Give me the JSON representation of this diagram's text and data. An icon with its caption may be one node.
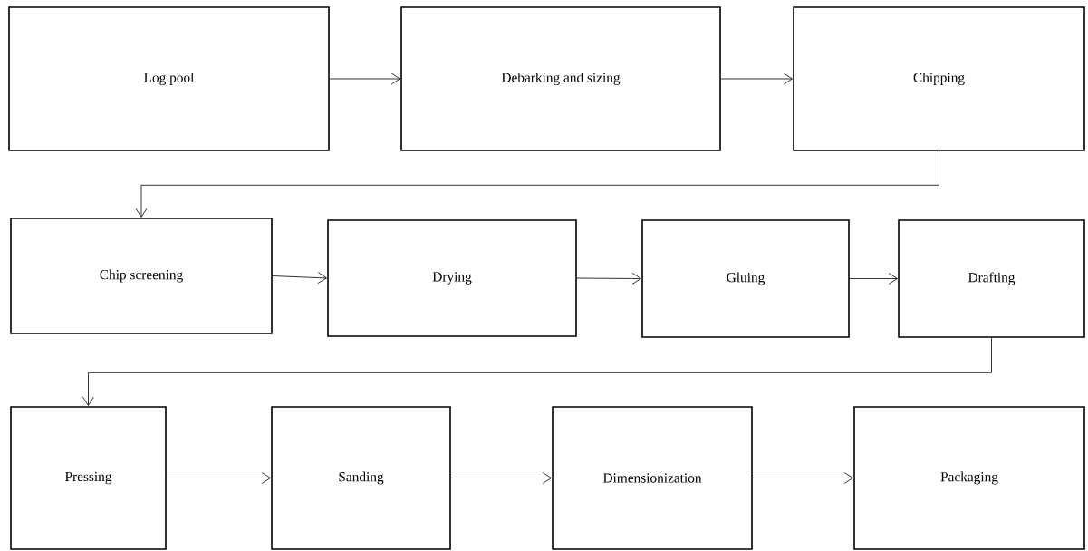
{
  "diagram": {
    "nodes": [
      {
        "text": [
          "Log pool"
        ]
      },
      {
        "text": [
          "Debarking and sizing"
        ]
      },
      {
        "text": [
          "Chipping"
        ]
      },
      {
        "text": [
          "Chip screening"
        ]
      },
      {
        "text": [
          "Drying"
        ]
      },
      {
        "text": [
          "Gluing"
        ]
      },
      {
        "text": [
          "Drafting"
        ]
      },
      {
        "text": [
          "Pressing"
        ]
      },
      {
        "text": [
          "Sanding"
        ]
      },
      {
        "text": [
          "Dimensionization"
        ]
      },
      {
        "text": [
          "Packaging"
        ]
      }
    ],
    "edges": [
      {
        "from": 0,
        "to": 1,
        "arrow": "to"
      },
      {
        "from": 1,
        "to": 2,
        "arrow": "to"
      },
      {
        "from": 2,
        "to": 3,
        "arrow": "to"
      },
      {
        "from": 3,
        "to": 4,
        "arrow": "to"
      },
      {
        "from": 4,
        "to": 5,
        "arrow": "to"
      },
      {
        "from": 5,
        "to": 6,
        "arrow": "to"
      },
      {
        "from": 6,
        "to": 7,
        "arrow": "to"
      },
      {
        "from": 7,
        "to": 8,
        "arrow": "to"
      },
      {
        "from": 8,
        "to": 9,
        "arrow": "to"
      },
      {
        "from": 9,
        "to": 10,
        "arrow": "to"
      }
    ]
  }
}
